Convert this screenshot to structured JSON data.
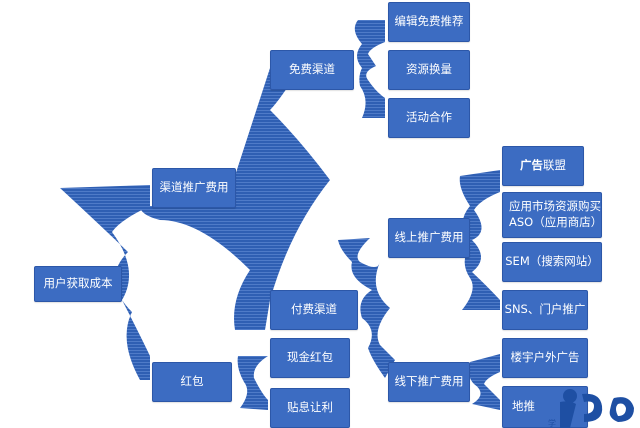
{
  "nodes": {
    "root": "用户获取成本",
    "channel_promo": "渠道推广费用",
    "red_packet": "红包",
    "free_channel": "免费渠道",
    "paid_channel": "付费渠道",
    "cash_red_packet": "现金红包",
    "interest_subsidy": "贴息让利",
    "edit_free_recommend": "编辑免费推荐",
    "resource_exchange": "资源换量",
    "activity_cooperation": "活动合作",
    "online_promo": "线上推广费用",
    "offline_promo": "线下推广费用",
    "ad_alliance_bold": "广告",
    "ad_alliance_rest": "联盟",
    "app_market_line1": "应用市场资源购买",
    "app_market_line2": "ASO（应用商店）",
    "sem": "SEM（搜索网站）",
    "sns_portal": "SNS、门户推广",
    "outdoor_ads": "楼宇户外广告",
    "last_item_partial": "地推"
  },
  "colors": {
    "box_fill": "#3c6cc2",
    "box_border": "#2c57a8",
    "connector": "#2f5fb3",
    "text": "#ffffff"
  }
}
